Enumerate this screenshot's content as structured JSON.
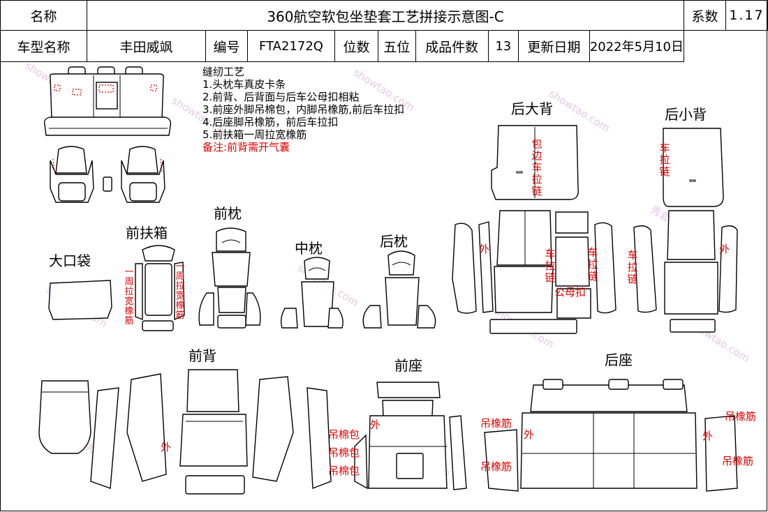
{
  "header": {
    "name_label": "名称",
    "title": "360航空软包坐垫套工艺拼接示意图-C",
    "factor_label": "系数",
    "factor_value": "1.17",
    "model_label": "车型名称",
    "model_value": "丰田威飒",
    "code_label": "编号",
    "code_value": "FTA2172Q",
    "seats_label": "位数",
    "seats_value": "五位",
    "pieces_label": "成品件数",
    "pieces_value": "13",
    "update_label": "更新日期",
    "update_value": "2022年5月10日"
  },
  "notes": {
    "heading": "缝纫工艺",
    "items": [
      "1.头枕车真皮卡条",
      "2.前背、后背面与后车公母扣相粘",
      "3.前座外脚吊棉包，内脚吊橡筋,前后车拉扣",
      "4.后座脚吊橡筋，前后车拉扣",
      "5.前扶箱一周拉宽橡筋"
    ],
    "remark": "备注:前背需开气囊"
  },
  "sections": {
    "big_pocket": "大口袋",
    "front_armrest": "前扶箱",
    "front_headrest": "前枕",
    "mid_headrest": "中枕",
    "rear_headrest": "后枕",
    "rear_big_back": "后大背",
    "rear_small_back": "后小背",
    "front_back": "前背",
    "front_seat": "前座",
    "rear_seat": "后座"
  },
  "annotations": {
    "armrest_elastic": "一周拉宽橡筋",
    "armrest_elastic_right": "一周拉宽橡筋",
    "rear_big_zip": "包边车拉链",
    "rear_small_zip": "车拉链",
    "outer": "外",
    "car_zip": "车拉链",
    "snap_button": "公母扣",
    "hang_cotton": "吊棉包",
    "hang_elastic": "吊橡筋"
  },
  "watermark": {
    "site": "showtao.com",
    "cn": "秀套网"
  }
}
